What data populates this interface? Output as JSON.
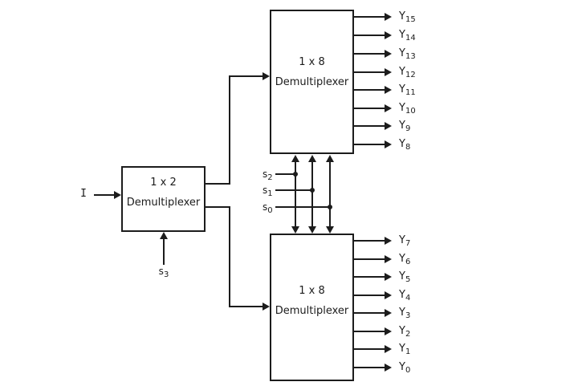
{
  "colors": {
    "ink": "#1c1c1c",
    "bg": "#ffffff"
  },
  "blocks": {
    "demux_1x2": {
      "line1": "1 x 2",
      "line2": "Demultiplexer"
    },
    "demux_1x8_top": {
      "line1": "1 x 8",
      "line2": "Demultiplexer"
    },
    "demux_1x8_bot": {
      "line1": "1 x 8",
      "line2": "Demultiplexer"
    }
  },
  "inputs": {
    "data": {
      "label": "I"
    },
    "s3": {
      "base": "s",
      "sub": "3"
    },
    "s2": {
      "base": "s",
      "sub": "2"
    },
    "s1": {
      "base": "s",
      "sub": "1"
    },
    "s0": {
      "base": "s",
      "sub": "0"
    }
  },
  "outputs_top": [
    {
      "base": "Y",
      "sub": "15"
    },
    {
      "base": "Y",
      "sub": "14"
    },
    {
      "base": "Y",
      "sub": "13"
    },
    {
      "base": "Y",
      "sub": "12"
    },
    {
      "base": "Y",
      "sub": "11"
    },
    {
      "base": "Y",
      "sub": "10"
    },
    {
      "base": "Y",
      "sub": "9"
    },
    {
      "base": "Y",
      "sub": "8"
    }
  ],
  "outputs_bottom": [
    {
      "base": "Y",
      "sub": "7"
    },
    {
      "base": "Y",
      "sub": "6"
    },
    {
      "base": "Y",
      "sub": "5"
    },
    {
      "base": "Y",
      "sub": "4"
    },
    {
      "base": "Y",
      "sub": "3"
    },
    {
      "base": "Y",
      "sub": "2"
    },
    {
      "base": "Y",
      "sub": "1"
    },
    {
      "base": "Y",
      "sub": "0"
    }
  ]
}
